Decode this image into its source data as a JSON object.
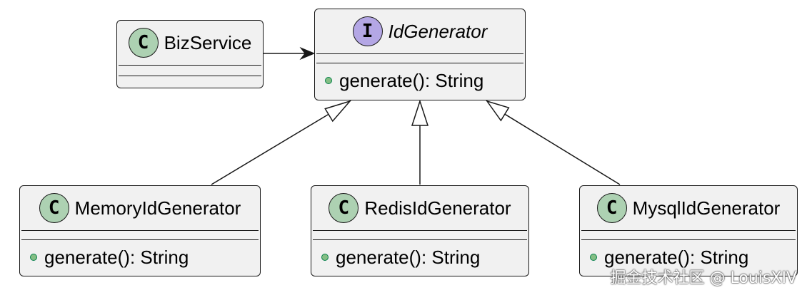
{
  "diagram": {
    "classes": {
      "biz_service": {
        "stereotype": "C",
        "name": "BizService"
      },
      "id_generator": {
        "stereotype": "I",
        "name": "IdGenerator",
        "method": "generate(): String"
      },
      "memory_id_generator": {
        "stereotype": "C",
        "name": "MemoryIdGenerator",
        "method": "generate(): String"
      },
      "redis_id_generator": {
        "stereotype": "C",
        "name": "RedisIdGenerator",
        "method": "generate(): String"
      },
      "mysql_id_generator": {
        "stereotype": "C",
        "name": "MysqlIdGenerator",
        "method": "generate(): String"
      }
    },
    "relations": [
      {
        "from": "BizService",
        "to": "IdGenerator",
        "type": "association"
      },
      {
        "from": "MemoryIdGenerator",
        "to": "IdGenerator",
        "type": "realization"
      },
      {
        "from": "RedisIdGenerator",
        "to": "IdGenerator",
        "type": "realization"
      },
      {
        "from": "MysqlIdGenerator",
        "to": "IdGenerator",
        "type": "realization"
      }
    ]
  },
  "colors": {
    "box_fill": "#f1f1f1",
    "border": "#181818",
    "class_circle": "#add1b2",
    "interface_circle": "#b4a7e5",
    "method_dot": "#84be84"
  },
  "watermark": "掘金技术社区 @ LouisXIV"
}
